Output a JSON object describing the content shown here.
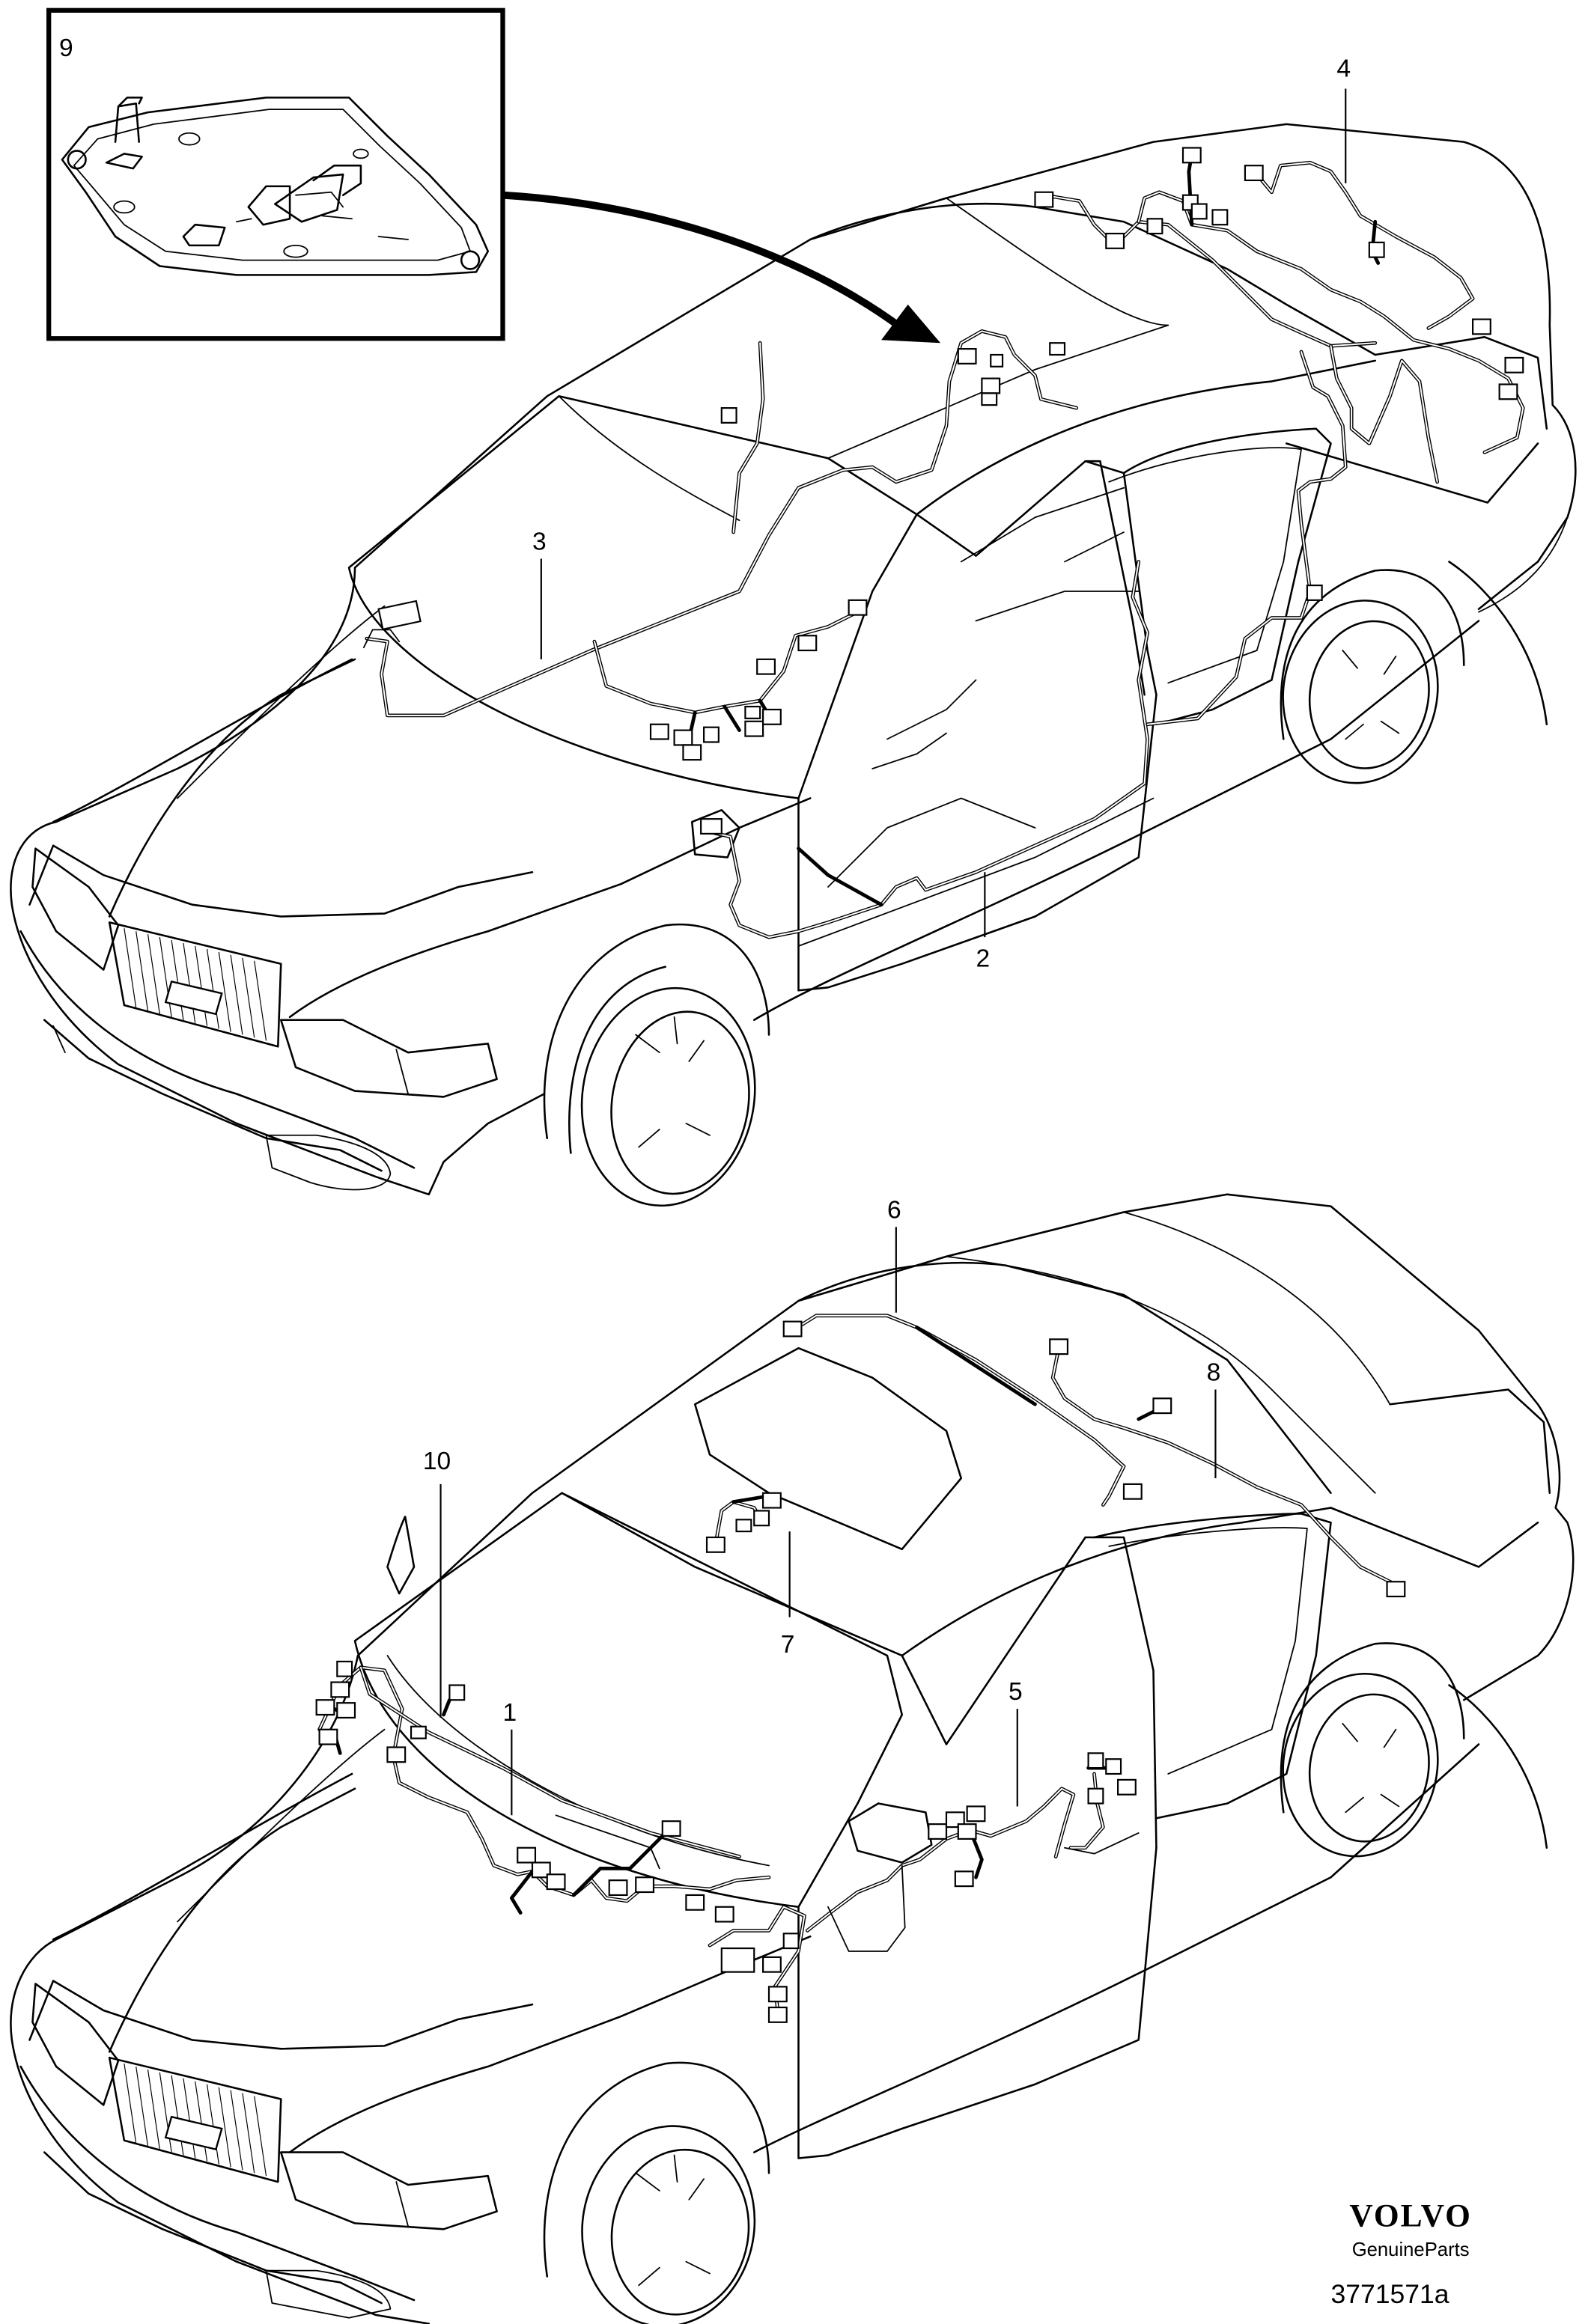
{
  "callouts": [
    {
      "id": "1",
      "label": "1"
    },
    {
      "id": "2",
      "label": "2"
    },
    {
      "id": "3",
      "label": "3"
    },
    {
      "id": "4",
      "label": "4"
    },
    {
      "id": "5",
      "label": "5"
    },
    {
      "id": "6",
      "label": "6"
    },
    {
      "id": "7",
      "label": "7"
    },
    {
      "id": "8",
      "label": "8"
    },
    {
      "id": "9",
      "label": "9"
    },
    {
      "id": "10",
      "label": "10"
    }
  ],
  "brand": {
    "name": "VOLVO",
    "sub": "GenuineParts"
  },
  "reference": "3771571a"
}
